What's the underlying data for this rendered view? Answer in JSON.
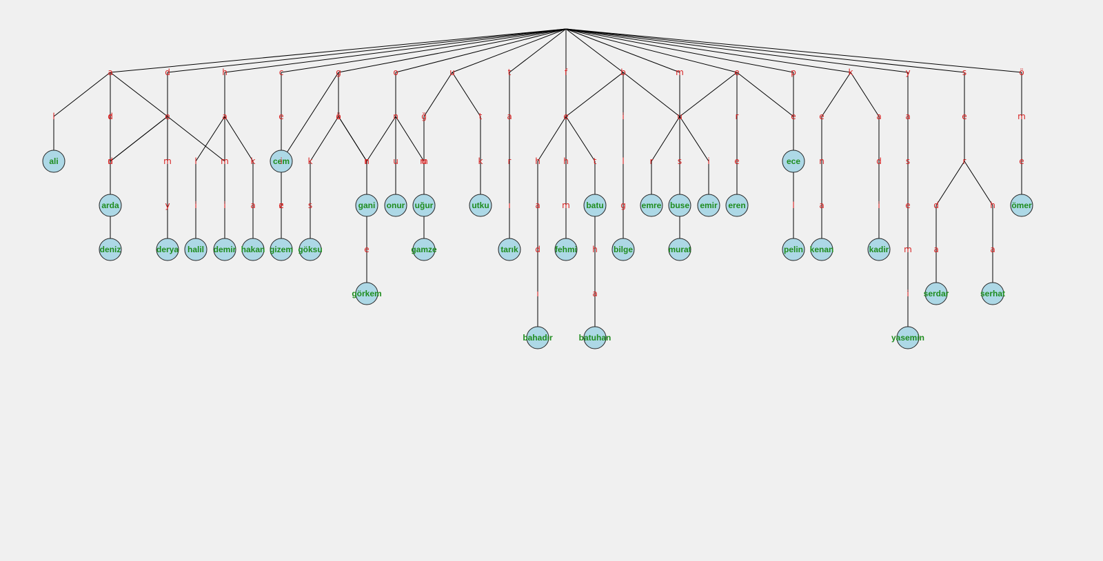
{
  "diagram": {
    "type": "trie",
    "colors": {
      "background": "#f0f0f0",
      "edge": "#000000",
      "letter": "#d81e1e",
      "word_node": "#add8e6",
      "word_text": "#1e8c1e"
    },
    "root": {
      "id": "root",
      "children": [
        {
          "id": "a",
          "letter": "a",
          "children": [
            {
              "id": "al",
              "letter": "l",
              "children": [
                {
                  "id": "ali",
                  "word": "ali",
                  "children": []
                }
              ]
            },
            {
              "id": "ar",
              "letter": "r",
              "children": [
                {
                  "id": "ard",
                  "letter": "d",
                  "children": [
                    {
                      "id": "arda",
                      "word": "arda",
                      "children": []
                    }
                  ]
                }
              ]
            },
            {
              "id": "ad",
              "letter": "d",
              "children": []
            }
          ]
        },
        {
          "id": "d",
          "letter": "d",
          "children": [
            {
              "id": "de",
              "letter": "e",
              "children": [
                {
                  "id": "den",
                  "letter": "n",
                  "children": [
                    {
                      "id": "deniz",
                      "word": "deniz",
                      "children": []
                    }
                  ]
                },
                {
                  "id": "der",
                  "letter": "m",
                  "children": [
                    {
                      "id": "dery",
                      "letter": "y",
                      "children": [
                        {
                          "id": "derya",
                          "word": "derya",
                          "children": []
                        }
                      ]
                    }
                  ]
                },
                {
                  "id": "dem",
                  "letter": "m",
                  "children": [
                    {
                      "id": "demi",
                      "letter": "i",
                      "children": [
                        {
                          "id": "demir",
                          "word": "demir",
                          "children": []
                        }
                      ]
                    }
                  ]
                }
              ]
            }
          ]
        },
        {
          "id": "h",
          "letter": "h",
          "children": [
            {
              "id": "ha",
              "letter": "a",
              "children": [
                {
                  "id": "hal",
                  "letter": "l",
                  "children": [
                    {
                      "id": "hali",
                      "letter": "i",
                      "children": [
                        {
                          "id": "halil",
                          "word": "halil",
                          "children": []
                        }
                      ]
                    }
                  ]
                },
                {
                  "id": "hak",
                  "letter": "k",
                  "children": [
                    {
                      "id": "haka",
                      "letter": "a",
                      "children": [
                        {
                          "id": "hakan",
                          "word": "hakan",
                          "children": []
                        }
                      ]
                    }
                  ]
                }
              ]
            }
          ]
        },
        {
          "id": "c",
          "letter": "c",
          "children": [
            {
              "id": "ce",
              "letter": "e",
              "children": [
                {
                  "id": "cem",
                  "word": "cem",
                  "children": []
                }
              ]
            }
          ]
        },
        {
          "id": "g",
          "letter": "g",
          "children": [
            {
              "id": "gi",
              "letter": "i",
              "children": [
                {
                  "id": "giz",
                  "letter": "z",
                  "children": [
                    {
                      "id": "gize",
                      "letter": "e",
                      "children": [
                        {
                          "id": "gizem",
                          "word": "gizem",
                          "children": []
                        }
                      ]
                    }
                  ]
                }
              ]
            },
            {
              "id": "go",
              "letter": "ö",
              "children": [
                {
                  "id": "gok",
                  "letter": "k",
                  "children": [
                    {
                      "id": "goks",
                      "letter": "s",
                      "children": [
                        {
                          "id": "goksu",
                          "word": "göksu",
                          "children": []
                        }
                      ]
                    }
                  ]
                },
                {
                  "id": "gor",
                  "letter": "r",
                  "children": []
                }
              ]
            },
            {
              "id": "ga",
              "letter": "a",
              "children": []
            }
          ]
        },
        {
          "id": "o",
          "letter": "o",
          "children": [
            {
              "id": "on",
              "letter": "n",
              "children": [
                {
                  "id": "onu",
                  "letter": "u",
                  "children": [
                    {
                      "id": "onur",
                      "word": "onur",
                      "children": []
                    }
                  ]
                },
                {
                  "id": "gan",
                  "letter": "n",
                  "children": [
                    {
                      "id": "gani",
                      "word": "gani",
                      "children": []
                    }
                  ]
                },
                {
                  "id": "gam",
                  "letter": "m",
                  "children": []
                }
              ]
            }
          ]
        },
        {
          "id": "u",
          "letter": "u",
          "children": [
            {
              "id": "ug",
              "letter": "ğ",
              "children": [
                {
                  "id": "ugu",
                  "letter": "u",
                  "children": [
                    {
                      "id": "ugur",
                      "word": "uğur",
                      "children": []
                    }
                  ]
                }
              ]
            },
            {
              "id": "ut",
              "letter": "t",
              "children": [
                {
                  "id": "utk",
                  "letter": "k",
                  "children": [
                    {
                      "id": "utku",
                      "word": "utku",
                      "children": []
                    }
                  ]
                }
              ]
            }
          ]
        },
        {
          "id": "t",
          "letter": "t",
          "children": [
            {
              "id": "ta",
              "letter": "a",
              "children": [
                {
                  "id": "tar",
                  "letter": "r",
                  "children": [
                    {
                      "id": "tari",
                      "letter": "ı",
                      "children": [
                        {
                          "id": "tarik",
                          "word": "tarık",
                          "children": []
                        }
                      ]
                    }
                  ]
                }
              ]
            }
          ]
        },
        {
          "id": "f",
          "letter": "f",
          "children": [
            {
              "id": "fe",
              "letter": "e",
              "children": []
            }
          ]
        },
        {
          "id": "b",
          "letter": "b",
          "children": [
            {
              "id": "bi",
              "letter": "i",
              "children": [
                {
                  "id": "bil",
                  "letter": "l",
                  "children": [
                    {
                      "id": "bilg",
                      "letter": "g",
                      "children": [
                        {
                          "id": "bilge",
                          "word": "bilge",
                          "children": []
                        }
                      ]
                    }
                  ]
                }
              ]
            }
          ]
        },
        {
          "id": "m",
          "letter": "m",
          "children": []
        },
        {
          "id": "e",
          "letter": "e",
          "children": [
            {
              "id": "er",
              "letter": "r",
              "children": [
                {
                  "id": "ere",
                  "letter": "e",
                  "children": [
                    {
                      "id": "eren",
                      "word": "eren",
                      "children": []
                    }
                  ]
                }
              ]
            }
          ]
        },
        {
          "id": "p",
          "letter": "p",
          "children": [
            {
              "id": "pe",
              "letter": "e",
              "children": [
                {
                  "id": "ece",
                  "word": "ece",
                  "children": []
                }
              ]
            }
          ]
        },
        {
          "id": "k",
          "letter": "k",
          "children": [
            {
              "id": "ke",
              "letter": "e",
              "children": [
                {
                  "id": "ken",
                  "letter": "n",
                  "children": [
                    {
                      "id": "kena",
                      "letter": "a",
                      "children": [
                        {
                          "id": "kenan",
                          "word": "kenan",
                          "children": []
                        }
                      ]
                    }
                  ]
                }
              ]
            },
            {
              "id": "ka",
              "letter": "a",
              "children": [
                {
                  "id": "kad",
                  "letter": "d",
                  "children": [
                    {
                      "id": "kadi",
                      "letter": "i",
                      "children": [
                        {
                          "id": "kadir",
                          "word": "kadir",
                          "children": []
                        }
                      ]
                    }
                  ]
                }
              ]
            }
          ]
        },
        {
          "id": "y",
          "letter": "y",
          "children": [
            {
              "id": "ya",
              "letter": "a",
              "children": [
                {
                  "id": "yas",
                  "letter": "s",
                  "children": [
                    {
                      "id": "yase",
                      "letter": "e",
                      "children": [
                        {
                          "id": "yasem",
                          "letter": "m",
                          "children": [
                            {
                              "id": "yasemi",
                              "letter": "i",
                              "children": [
                                {
                                  "id": "yasemin",
                                  "word": "yasemin",
                                  "children": []
                                }
                              ]
                            }
                          ]
                        }
                      ]
                    }
                  ]
                }
              ]
            }
          ]
        },
        {
          "id": "s",
          "letter": "s",
          "children": [
            {
              "id": "se",
              "letter": "e",
              "children": [
                {
                  "id": "ser",
                  "letter": "r",
                  "children": [
                    {
                      "id": "serd",
                      "letter": "d",
                      "children": [
                        {
                          "id": "serda",
                          "letter": "a",
                          "children": [
                            {
                              "id": "serdar",
                              "word": "serdar",
                              "children": []
                            }
                          ]
                        }
                      ]
                    },
                    {
                      "id": "serh",
                      "letter": "h",
                      "children": [
                        {
                          "id": "serha",
                          "letter": "a",
                          "children": [
                            {
                              "id": "serhat",
                              "word": "serhat",
                              "children": []
                            }
                          ]
                        }
                      ]
                    }
                  ]
                }
              ]
            }
          ]
        },
        {
          "id": "om",
          "letter": "ö",
          "children": [
            {
              "id": "omm",
              "letter": "m",
              "children": [
                {
                  "id": "ome",
                  "letter": "e",
                  "children": [
                    {
                      "id": "omer",
                      "word": "ömer",
                      "children": []
                    }
                  ]
                }
              ]
            }
          ]
        }
      ]
    },
    "extra_nodes": [
      {
        "id": "gore",
        "letter": "e",
        "parent": "gani"
      },
      {
        "id": "gorkem",
        "word": "görkem",
        "parent": "gore"
      },
      {
        "id": "gamz",
        "letter": "u",
        "parent": "gam"
      },
      {
        "id": "gamze",
        "word": "gamze",
        "parent": "ugur"
      },
      {
        "id": "fa",
        "letter": "a",
        "parent": "bah"
      },
      {
        "id": "bah",
        "letter": "h",
        "parent": "fe"
      },
      {
        "id": "bahd",
        "letter": "d",
        "parent": "fa"
      },
      {
        "id": "bahi",
        "letter": "ı",
        "parent": "bahd"
      },
      {
        "id": "bahadir",
        "word": "bahadır",
        "parent": "bahi"
      },
      {
        "id": "feh",
        "letter": "h",
        "parent": "fe"
      },
      {
        "id": "fehm",
        "letter": "m",
        "parent": "feh"
      },
      {
        "id": "fehmi",
        "word": "fehmi",
        "parent": "fehm"
      },
      {
        "id": "bat",
        "letter": "t",
        "parent": "fe"
      },
      {
        "id": "batu",
        "word": "batu",
        "parent": "bat"
      },
      {
        "id": "batuh",
        "letter": "h",
        "parent": "batu"
      },
      {
        "id": "batuha",
        "letter": "a",
        "parent": "batuh"
      },
      {
        "id": "batuhan",
        "word": "batuhan",
        "parent": "batuha"
      },
      {
        "id": "mu",
        "letter": "u",
        "parent": "m"
      },
      {
        "id": "emr",
        "letter": "r",
        "parent": "mu"
      },
      {
        "id": "emre",
        "word": "emre",
        "parent": "emr"
      },
      {
        "id": "bus",
        "letter": "s",
        "parent": "mu"
      },
      {
        "id": "buse",
        "word": "buse",
        "parent": "bus"
      },
      {
        "id": "emi",
        "letter": "i",
        "parent": "mu"
      },
      {
        "id": "emir",
        "word": "emir",
        "parent": "emi"
      },
      {
        "id": "murat",
        "word": "murat",
        "parent": "buse"
      },
      {
        "id": "pel",
        "letter": "l",
        "parent": "ece"
      },
      {
        "id": "pelin",
        "word": "pelin",
        "parent": "pel"
      }
    ],
    "extra_edges": [
      [
        "a",
        "de"
      ],
      [
        "b",
        "fe"
      ],
      [
        "b",
        "mu"
      ],
      [
        "e",
        "mu"
      ],
      [
        "e",
        "pe"
      ],
      [
        "de",
        "ard"
      ],
      [
        "ha",
        "dem"
      ],
      [
        "go",
        "gan"
      ],
      [
        "gam",
        "ug"
      ],
      [
        "o",
        "on"
      ]
    ]
  }
}
